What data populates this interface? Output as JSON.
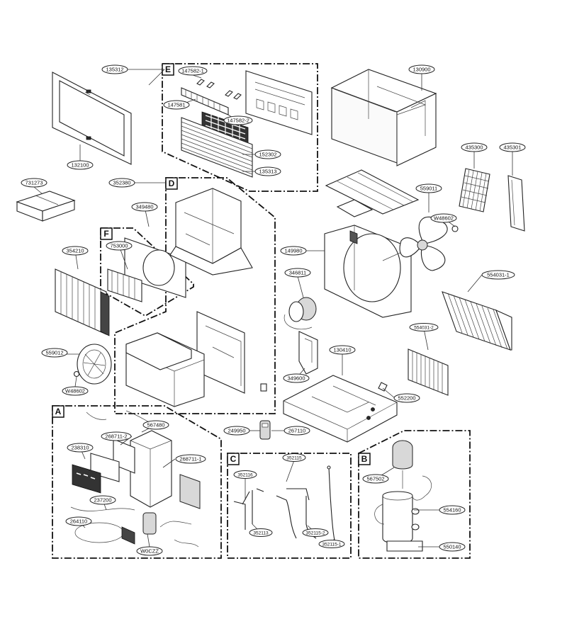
{
  "section_labels": {
    "A": "A",
    "B": "B",
    "C": "C",
    "D": "D",
    "E": "E",
    "F": "F"
  },
  "parts": {
    "p135312": "135312",
    "p132100": "132100",
    "p147582_1": "147582-1",
    "p147581": "147581",
    "p147582_2": "147582-2",
    "p152302": "152302",
    "p135313": "135313",
    "p130900": "130900",
    "p731273": "731273",
    "p352380": "352380",
    "p349480": "349480",
    "p753000": "753000",
    "p354210": "354210",
    "p435300": "435300",
    "p435301": "435301",
    "p559011": "559011",
    "pW4860_2a": "W48602",
    "p149980": "149980",
    "p346811": "346811",
    "p554031_1": "554031-1",
    "p554031_2": "554031-2",
    "p559012": "559012",
    "pW4860_2b": "W48602",
    "p130410": "130410",
    "p349600": "349600",
    "p552200": "552200",
    "p567480": "567480",
    "p268711_2": "268711-2",
    "p238310": "238310",
    "p268711_1": "268711-1",
    "p237200": "237200",
    "p264110": "264110",
    "pW0CZZ": "W0CZZ",
    "p249950": "249950",
    "p267110": "267110",
    "p352116": "352116",
    "p352115": "352115",
    "p352113": "352113",
    "p352115_2": "352115-2",
    "p352115_1": "352115-1",
    "p567502": "567502",
    "p554160": "554160",
    "p550140": "550140"
  }
}
